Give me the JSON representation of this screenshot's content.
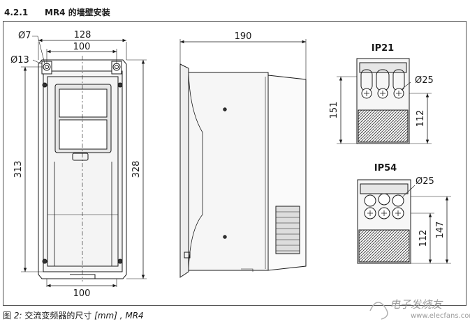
{
  "heading": {
    "number": "4.2.1",
    "title": "MR4 的墙壁安装"
  },
  "caption": {
    "prefix": "图 ",
    "label": "2: ",
    "text": "交流变频器的尺寸 ",
    "unit": "[mm]",
    "suffix": " , MR4"
  },
  "front_view": {
    "hole_small": "Ø7",
    "hole_large": "Ø13",
    "width_outer": "128",
    "width_hole_top": "100",
    "width_hole_bottom": "100",
    "height_holes": "313",
    "height_total": "328"
  },
  "side_view": {
    "depth": "190"
  },
  "ip21": {
    "label": "IP21",
    "gland": "Ø25",
    "height_total": "151",
    "height_gland": "112"
  },
  "ip54": {
    "label": "IP54",
    "gland": "Ø25",
    "height_gland": "112",
    "height_total": "147"
  },
  "watermark": {
    "text": "电子发烧友",
    "url": "www.elecfans.com"
  }
}
